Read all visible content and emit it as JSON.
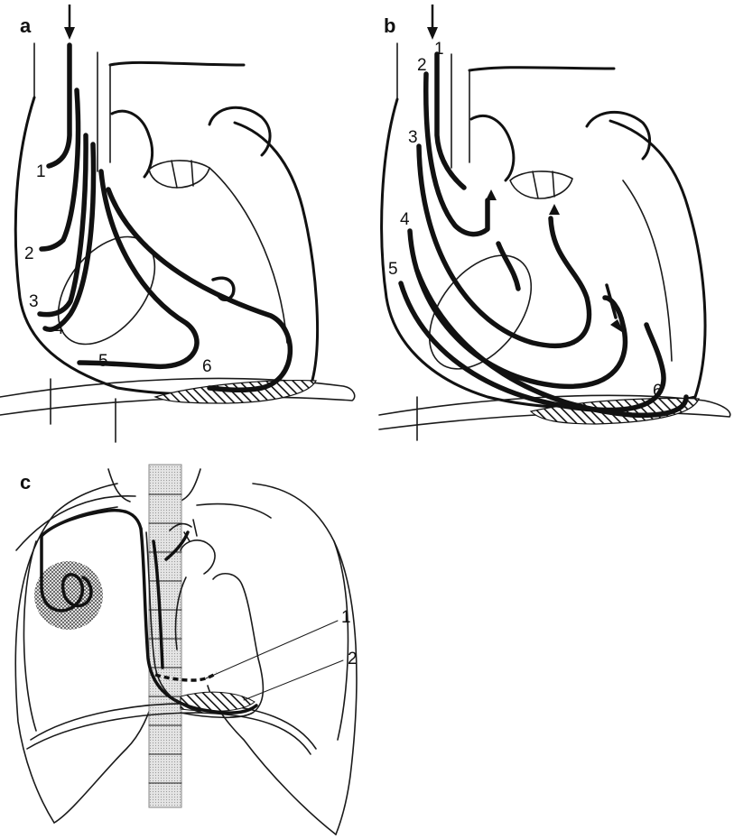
{
  "panels": [
    {
      "id": "a",
      "label": "a",
      "numbers": [
        "1",
        "2",
        "3",
        "4",
        "5",
        "6"
      ]
    },
    {
      "id": "b",
      "label": "b",
      "numbers": [
        "1",
        "2",
        "3",
        "4",
        "5",
        "6"
      ]
    },
    {
      "id": "c",
      "label": "c",
      "numbers": [
        "1",
        "2"
      ]
    }
  ]
}
